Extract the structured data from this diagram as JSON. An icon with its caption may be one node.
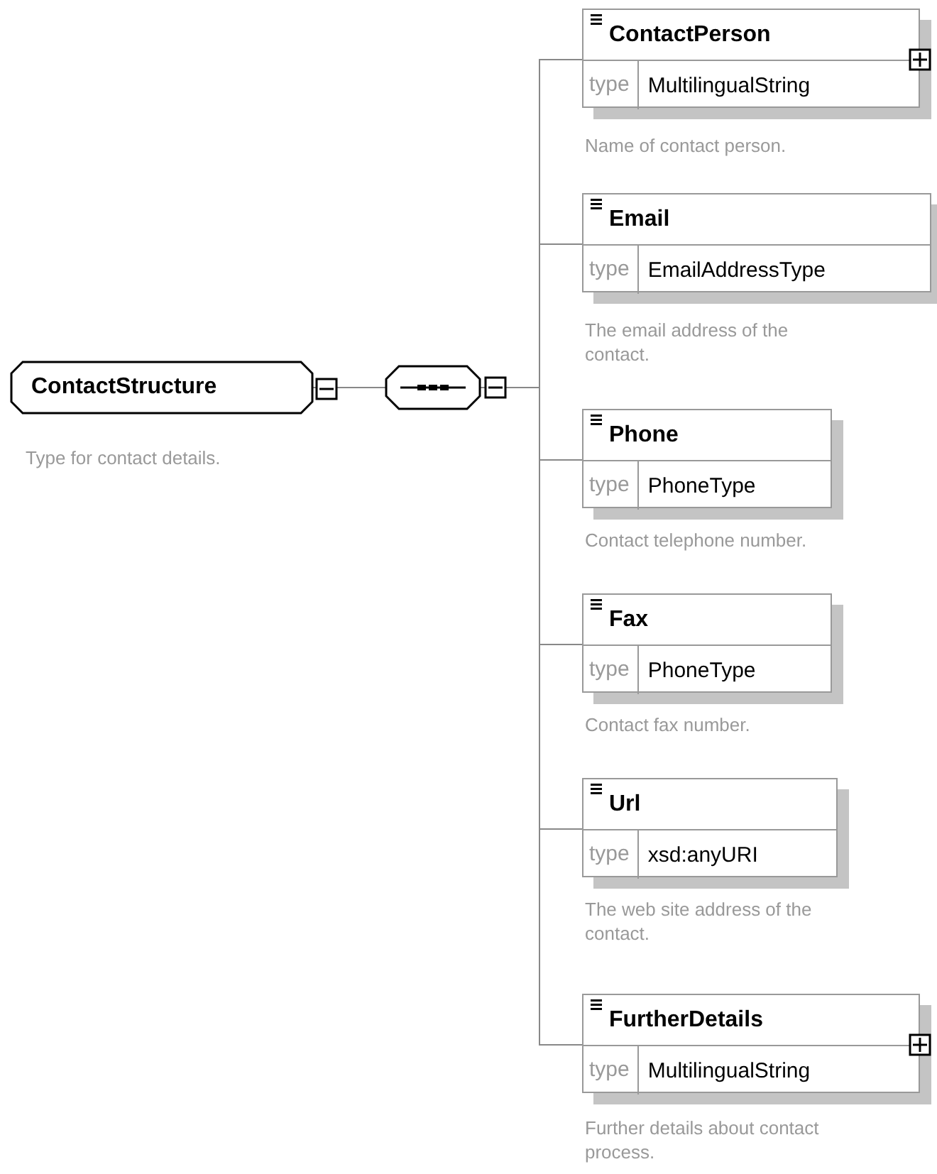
{
  "diagram": {
    "nodes": [
      {
        "text": [
          "ContactStructure"
        ],
        "beside": [
          "Type for contact details."
        ]
      },
      {
        "text": [],
        "shape": "octagon"
      },
      {
        "text": [
          "ContactPerson",
          "type",
          "MultilingualString"
        ],
        "beside": [
          "Name of contact person."
        ]
      },
      {
        "text": [
          "Email",
          "type",
          "EmailAddressType"
        ],
        "beside": [
          "The email address of the contact."
        ]
      },
      {
        "text": [
          "Phone",
          "type",
          "PhoneType"
        ],
        "beside": [
          "Contact telephone number."
        ]
      },
      {
        "text": [
          "Fax",
          "type",
          "PhoneType"
        ],
        "beside": [
          "Contact fax number."
        ]
      },
      {
        "text": [
          "Url",
          "type",
          "xsd:anyURI"
        ],
        "beside": [
          "The web site address of the contact."
        ]
      },
      {
        "text": [
          "FurtherDetails",
          "type",
          "MultilingualString"
        ],
        "beside": [
          "Further details about contact process."
        ]
      }
    ],
    "edges": [
      {
        "from": 0,
        "to": 1,
        "arrow": "none"
      },
      {
        "from": 1,
        "to": 2,
        "arrow": "none"
      },
      {
        "from": 1,
        "to": 3,
        "arrow": "none"
      },
      {
        "from": 1,
        "to": 4,
        "arrow": "none"
      },
      {
        "from": 1,
        "to": 5,
        "arrow": "none"
      },
      {
        "from": 1,
        "to": 6,
        "arrow": "none"
      },
      {
        "from": 1,
        "to": 7,
        "arrow": "none"
      }
    ]
  }
}
